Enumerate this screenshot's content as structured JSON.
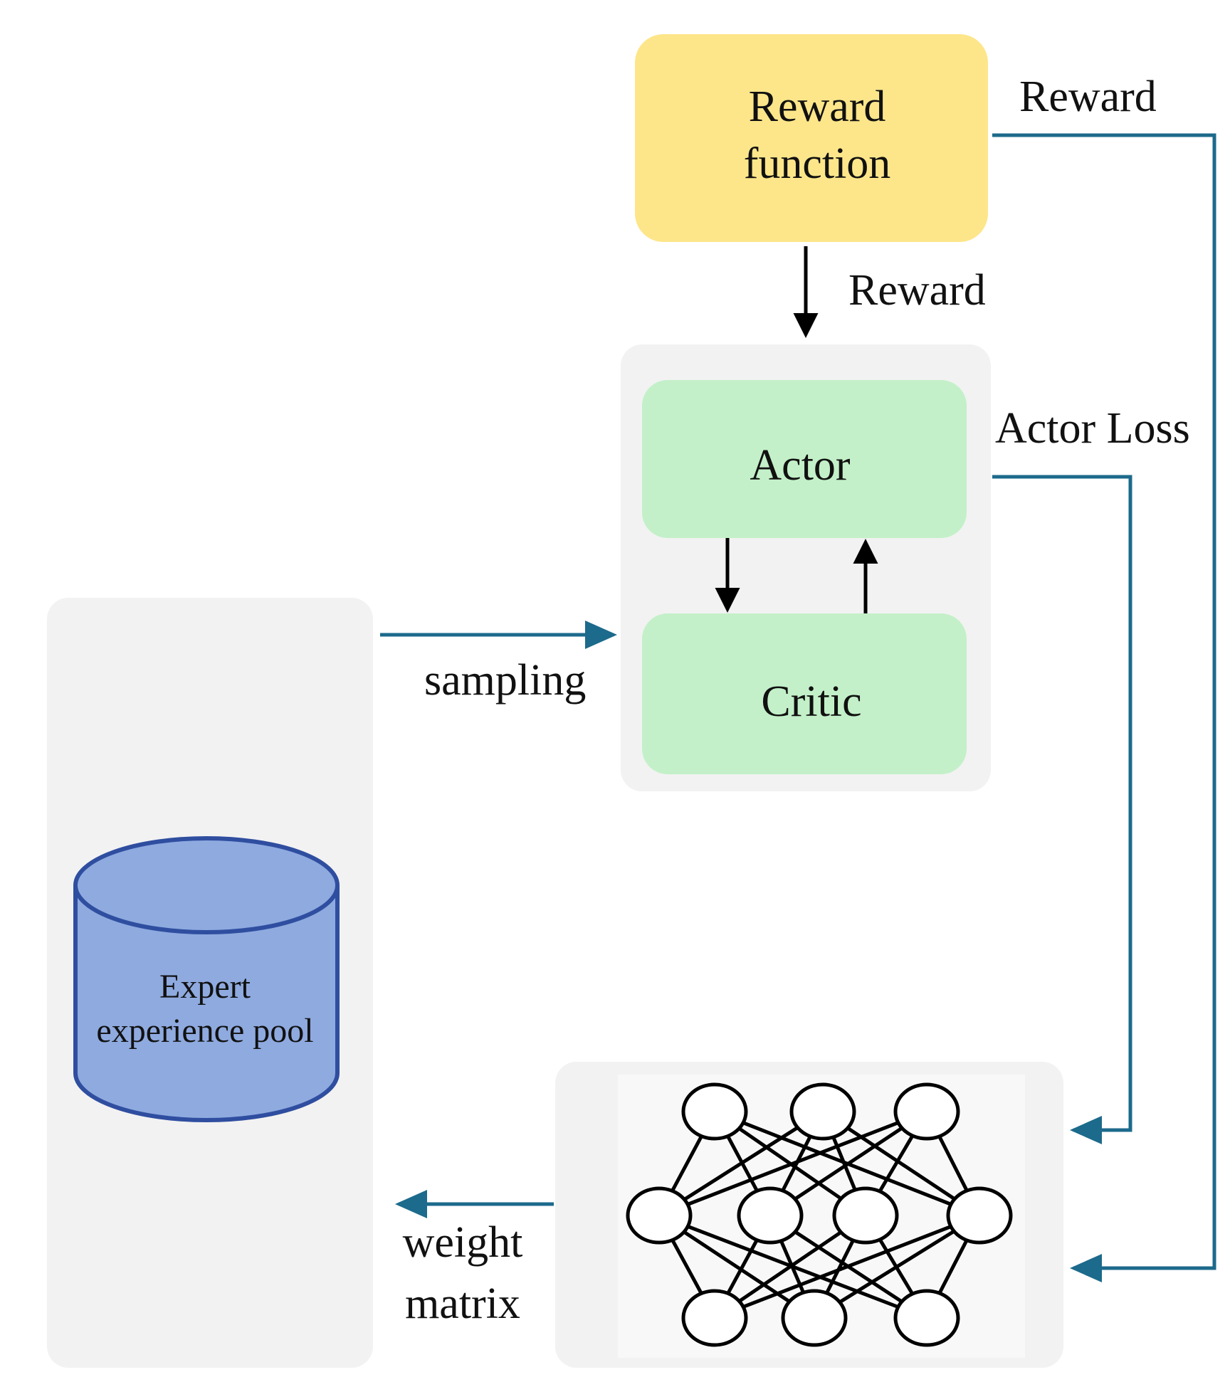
{
  "nodes": {
    "reward_function": {
      "line1": "Reward",
      "line2": "function"
    },
    "actor": {
      "label": "Actor"
    },
    "critic": {
      "label": "Critic"
    },
    "expert_pool": {
      "line1": "Expert",
      "line2": "experience pool"
    }
  },
  "edges": {
    "reward_down": "Reward",
    "reward_right": "Reward",
    "actor_loss": "Actor Loss",
    "sampling": "sampling",
    "weight_matrix_1": "weight",
    "weight_matrix_2": "matrix"
  },
  "colors": {
    "reward_box": "#fde68a",
    "actor_critic": "#c3f0c8",
    "panel": "#f2f2f2",
    "cylinder": "#8eaadf",
    "cylinder_stroke": "#2f4ea0",
    "flow_arrow": "#1c6a8c",
    "black_arrow": "#000000"
  }
}
